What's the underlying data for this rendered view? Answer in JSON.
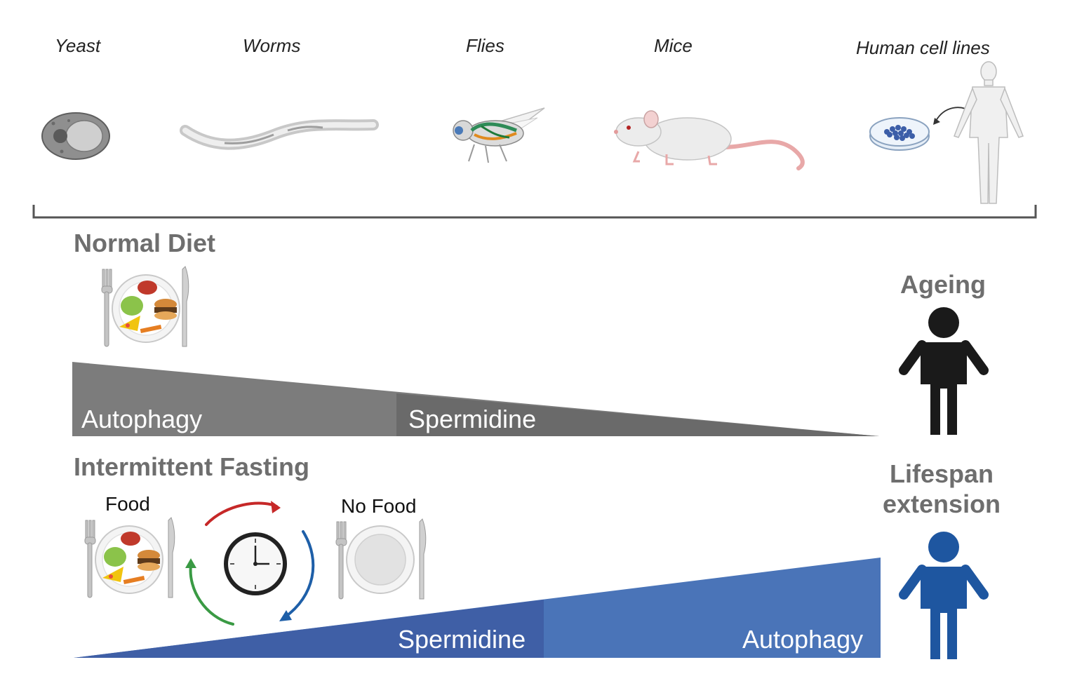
{
  "organisms": {
    "yeast": "Yeast",
    "worms": "Worms",
    "flies": "Flies",
    "mice": "Mice",
    "human_cells": "Human cell lines"
  },
  "normal_diet": {
    "title": "Normal Diet",
    "wedge_label_1": "Autophagy",
    "wedge_label_2": "Spermidine",
    "outcome": "Ageing",
    "color": "#7c7c7c"
  },
  "intermittent_fasting": {
    "title": "Intermittent Fasting",
    "food_label": "Food",
    "no_food_label": "No Food",
    "wedge_label_1": "Spermidine",
    "wedge_label_2": "Autophagy",
    "outcome_line1": "Lifespan",
    "outcome_line2": "extension",
    "color": "#4a74b8"
  },
  "colors": {
    "heading_gray": "#6e6e6e",
    "ageing_figure": "#1a1a1a",
    "lifespan_figure": "#1e56a0",
    "cycle_red": "#c62828",
    "cycle_blue": "#1e5fa8",
    "cycle_green": "#3a9a44"
  },
  "icons": [
    "yeast-cell-icon",
    "worm-icon",
    "fly-icon",
    "mouse-icon",
    "petri-dish-icon",
    "human-body-icon",
    "plate-with-food-icon",
    "empty-plate-icon",
    "clock-icon",
    "person-icon"
  ]
}
